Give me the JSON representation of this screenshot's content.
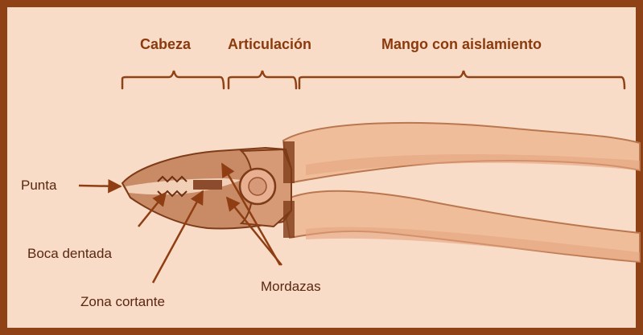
{
  "headers": {
    "head": "Cabeza",
    "joint": "Articulación",
    "handle": "Mango con aislamiento"
  },
  "parts": {
    "tip": "Punta",
    "toothed_jaw": "Boca dentada",
    "cutting_zone": "Zona cortante",
    "jaws": "Mordazas"
  },
  "colors": {
    "frame": "#8f4216",
    "background": "#f9dcc7",
    "header_text": "#8b3a0d",
    "label_text": "#5a2710",
    "arrow": "#8f3e13",
    "handle_fill": "#f0bd9b",
    "metal_fill": "#c98a66"
  }
}
